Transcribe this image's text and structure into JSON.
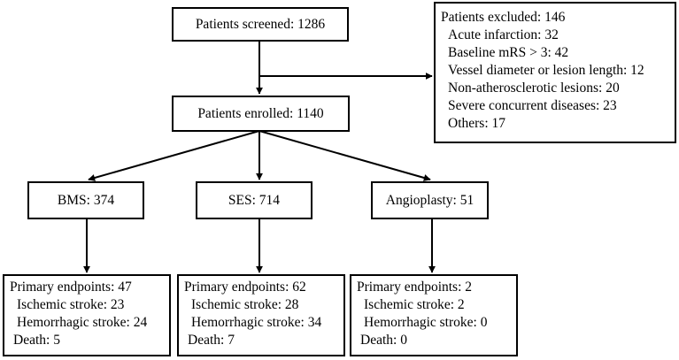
{
  "screened": {
    "label": "Patients screened: 1286"
  },
  "enrolled": {
    "label": "Patients enrolled: 1140"
  },
  "excluded": {
    "title": "Patients excluded: 146",
    "items": [
      "Acute infarction: 32",
      "Baseline mRS > 3: 42",
      "Vessel diameter or lesion length: 12",
      "Non-atherosclerotic lesions: 20",
      "Severe concurrent diseases: 23",
      "Others: 17"
    ]
  },
  "groups": [
    {
      "label": "BMS: 374",
      "outcomes": {
        "title": "Primary endpoints: 47",
        "items": [
          "Ischemic stroke: 23",
          "Hemorrhagic stroke: 24",
          "Death: 5"
        ]
      }
    },
    {
      "label": "SES: 714",
      "outcomes": {
        "title": "Primary endpoints: 62",
        "items": [
          "Ischemic stroke: 28",
          "Hemorrhagic stroke: 34",
          "Death: 7"
        ]
      }
    },
    {
      "label": "Angioplasty: 51",
      "outcomes": {
        "title": "Primary endpoints: 2",
        "items": [
          "Ischemic stroke: 2",
          "Hemorrhagic stroke: 0",
          "Death: 0"
        ]
      }
    }
  ]
}
